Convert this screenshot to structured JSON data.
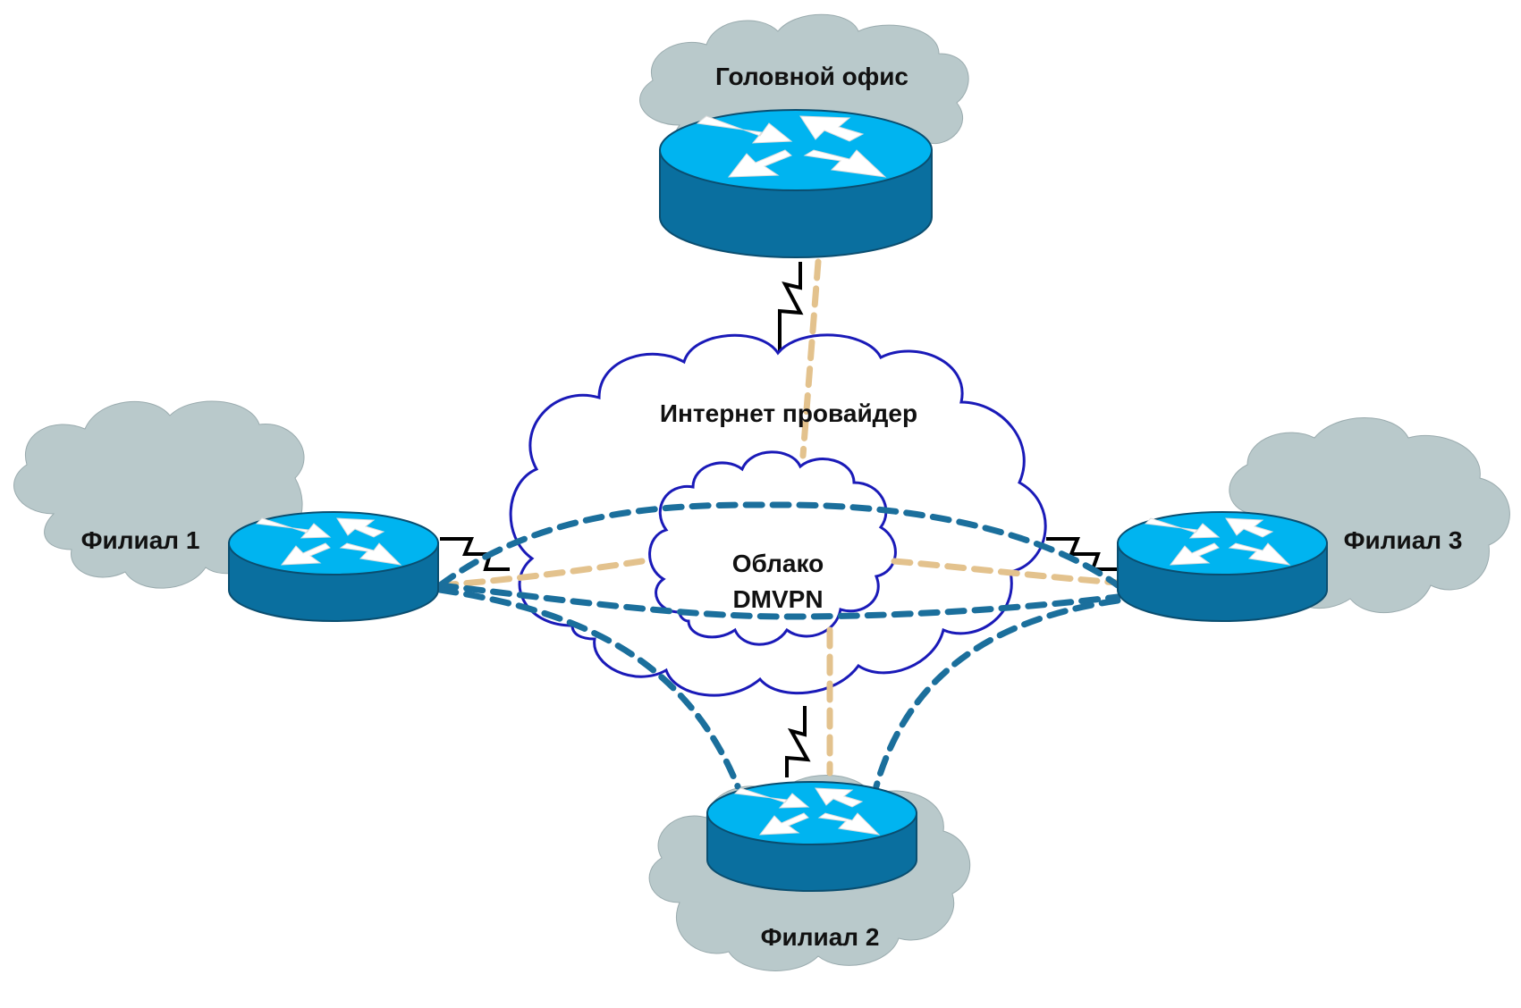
{
  "diagram": {
    "isp_label": "Интернет провайдер",
    "dmvpn_label_line1": "Облако",
    "dmvpn_label_line2": "DMVPN",
    "sites": {
      "head_office": "Головной офис",
      "branch1": "Филиал 1",
      "branch2": "Филиал 2",
      "branch3": "Филиал 3"
    }
  },
  "colors": {
    "site_cloud_fill": "#b9c9cb",
    "isp_cloud_stroke": "#1a1ab8",
    "router_top": "#00b4f0",
    "router_side": "#0a6f9f",
    "hub_tunnel": "#e3c28d",
    "spoke_tunnel": "#1b6f9c",
    "serial_link": "#000000"
  },
  "icons": [
    "router-icon",
    "cloud-icon",
    "serial-link-icon"
  ]
}
